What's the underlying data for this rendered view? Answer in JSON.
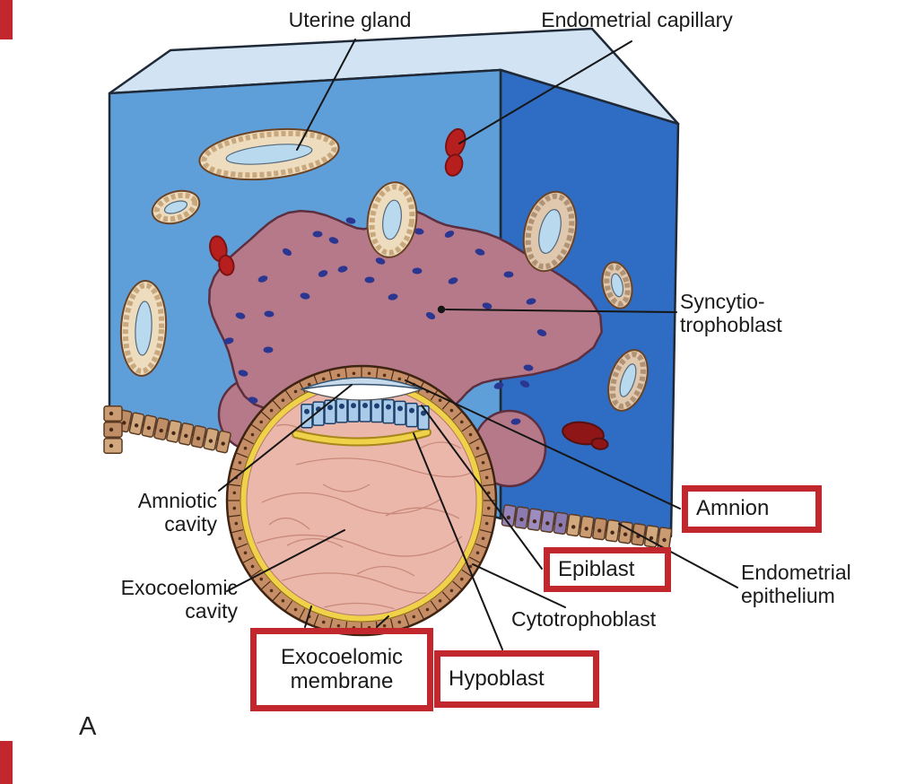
{
  "figure": {
    "panel_letter": "A",
    "plain_labels": {
      "uterine_gland": "Uterine gland",
      "endometrial_capillary": "Endometrial capillary",
      "syncytiotrophoblast": "Syncytio-\ntrophoblast",
      "amniotic_cavity": "Amniotic\ncavity",
      "exocoelomic_cavity": "Exocoelomic\ncavity",
      "cytotrophoblast": "Cytotrophoblast",
      "endometrial_epithelium": "Endometrial\nepithelium"
    },
    "boxed_labels": {
      "amnion": "Amnion",
      "epiblast": "Epiblast",
      "exocoelomic_membrane": "Exocoelomic\nmembrane",
      "hypoblast": "Hypoblast"
    },
    "colors": {
      "highlight_box": "#c1272d",
      "endometrium_front": "#5f9fd9",
      "endometrium_top": "#d2e4f4",
      "endometrium_side": "#2f6cc3",
      "syncytiotrophoblast_fill": "#b5798a",
      "nuclei": "#2b3690",
      "capillary": "#b71f1f",
      "gland_fill": "#eddcbe",
      "gland_lumen": "#b9d9ee",
      "cytotrophoblast_ring": "#c68e66",
      "membrane_yellow": "#f0d14a",
      "cavity_pink": "#eab7aa",
      "epiblast_cell": "#a9cbe9",
      "label_text": "#1a1a1a"
    }
  }
}
